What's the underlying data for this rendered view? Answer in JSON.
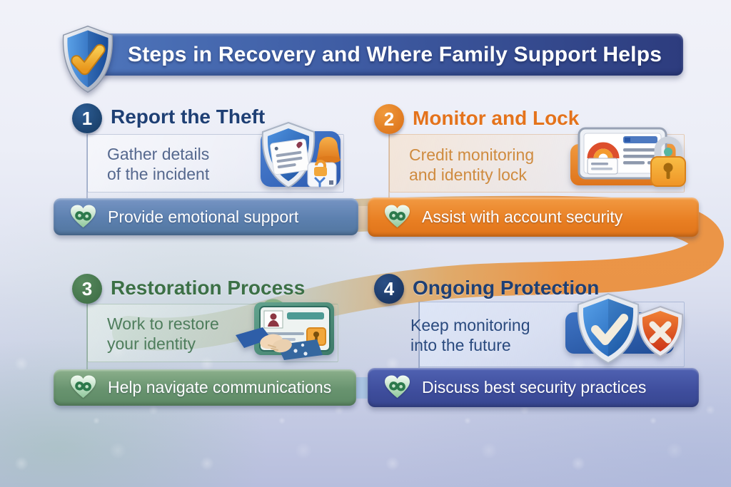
{
  "header": {
    "title": "Steps in Recovery and Where Family Support Helps"
  },
  "steps": [
    {
      "number": "1",
      "title": "Report the Theft",
      "desc_line1": "Gather details",
      "desc_line2": "of the incident",
      "support_label": "Provide emotional support",
      "accent_color": "#1e3f74",
      "support_bar_color": "#5f83b2",
      "icon_name": "shield-document-alert-icon"
    },
    {
      "number": "2",
      "title": "Monitor and Lock",
      "desc_line1": "Credit monitoring",
      "desc_line2": "and identity lock",
      "support_label": "Assist with account security",
      "accent_color": "#e4731c",
      "support_bar_color": "#e8862d",
      "icon_name": "credit-monitor-padlock-icon"
    },
    {
      "number": "3",
      "title": "Restoration Process",
      "desc_line1": "Work to restore",
      "desc_line2": "your identity",
      "support_label": "Help navigate communications",
      "accent_color": "#3c7046",
      "support_bar_color": "#6f9a74",
      "icon_name": "id-card-handshake-icon"
    },
    {
      "number": "4",
      "title": "Ongoing Protection",
      "desc_line1": "Keep monitoring",
      "desc_line2": "into the future",
      "support_label": "Discuss best security practices",
      "accent_color": "#1e3f74",
      "support_bar_color": "#44529f",
      "icon_name": "check-shield-x-shield-icon"
    }
  ],
  "palette": {
    "header_gradient_left": "#4d74ba",
    "header_gradient_right": "#2d3c7e",
    "background_top": "#f1f2f9",
    "background_bottom": "#b7bedd",
    "swoosh_orange": "#ec8c34",
    "swoosh_sage": "#9eb9a6",
    "heart_icon_green": "#2d7a4c"
  }
}
